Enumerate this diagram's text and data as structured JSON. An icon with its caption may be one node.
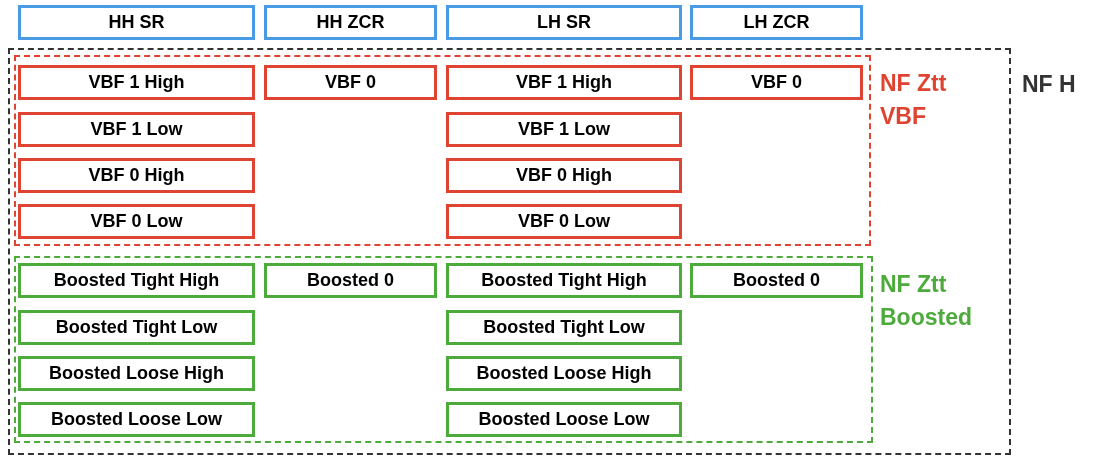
{
  "diagram": {
    "nodes": [
      {
        "text": [
          "HH SR"
        ]
      },
      {
        "text": [
          "HH ZCR"
        ]
      },
      {
        "text": [
          "LH SR"
        ]
      },
      {
        "text": [
          "LH ZCR"
        ]
      },
      {
        "text": [
          "NF H"
        ]
      },
      {
        "text": [
          "NF Ztt VBF"
        ],
        "in": 4
      },
      {
        "text": [
          "VBF 1 High"
        ],
        "in": 5
      },
      {
        "text": [
          "VBF 0"
        ],
        "in": 5
      },
      {
        "text": [
          "VBF 1 High"
        ],
        "in": 5
      },
      {
        "text": [
          "VBF 0"
        ],
        "in": 5
      },
      {
        "text": [
          "VBF 1 Low"
        ],
        "in": 5
      },
      {
        "text": [
          "VBF 1 Low"
        ],
        "in": 5
      },
      {
        "text": [
          "VBF 0 High"
        ],
        "in": 5
      },
      {
        "text": [
          "VBF 0 High"
        ],
        "in": 5
      },
      {
        "text": [
          "VBF 0 Low"
        ],
        "in": 5
      },
      {
        "text": [
          "VBF 0 Low"
        ],
        "in": 5
      },
      {
        "text": [
          "NF Ztt Boosted"
        ],
        "in": 4
      },
      {
        "text": [
          "Boosted Tight High"
        ],
        "in": 16
      },
      {
        "text": [
          "Boosted 0"
        ],
        "in": 16
      },
      {
        "text": [
          "Boosted Tight High"
        ],
        "in": 16
      },
      {
        "text": [
          "Boosted 0"
        ],
        "in": 16
      },
      {
        "text": [
          "Boosted Tight Low"
        ],
        "in": 16
      },
      {
        "text": [
          "Boosted Tight Low"
        ],
        "in": 16
      },
      {
        "text": [
          "Boosted Loose High"
        ],
        "in": 16
      },
      {
        "text": [
          "Boosted Loose High"
        ],
        "in": 16
      },
      {
        "text": [
          "Boosted Loose Low"
        ],
        "in": 16
      },
      {
        "text": [
          "Boosted Loose Low"
        ],
        "in": 16
      }
    ]
  }
}
